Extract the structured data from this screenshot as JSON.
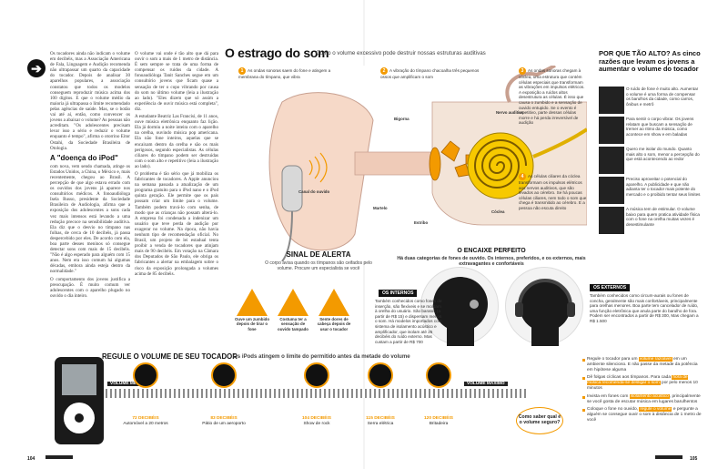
{
  "left_column_1": {
    "paragraphs": [
      "Os tocadores ainda não indicam o volume em decibéis, mas a Associação Americana de Fala, Linguagem e Audição recomenda não ultrapassar um quarto da capacidade do tocador. Depois de analisar 30 aparelhos populares, a associação constatou que todos os modelos conseguem reproduzir música acima dos 100 dígitos. E que o volume médio da maioria já ultrapassa o limite recomendado pelas agências de saúde. Mas, se o botão vai até aí, então, como convencer os jovens a abaixar o volume? As pessoas não acreditam. \"Os adolescentes precisam levar isso a sério e reduzir o volume enquanto é tempo\", afirma o otorrino Eitor Ostahi, da Sociedade Brasileira de Otologia."
    ],
    "subheading": "A \"doença do iPod\"",
    "paragraphs_2": [
      "com nova, vem sendo chamada, atinge os Estados Unidos, a China, o México e, mais recentemente, chegou ao Brasil. A percepção de que algo estava errado com os ouvidos dos jovens já aparece nos consultórios médicos. A fonoaudióloga Isela Russo, presidente da Sociedade Brasileira de Audiologia, afirma que a exposição dos adolescentes a sons cada vez mais intensos está levando a uma redução precoce na sensibilidade auditiva. Ela diz que o desvio no tímpano nas folhas, de cerca de 10 decibéis, já passa despercebido por eles. De acordo com ela, boa parte desses meninos só consegue detectar sons com mais de 15 decibéis. \"Não é algo esperado para alguém com 15 anos. Nem era isso comum há algumas décadas, embora ainda esteja dentro da normalidade.\"",
      "O comportamento dos jovens justifica a preocupação. É muito comum ver adolescentes com o aparelho plugado no ouvido o dia inteiro."
    ]
  },
  "left_column_2": {
    "paragraphs": [
      "O volume vai onde é tão alto que dá para ouvir o som a mais de 1 metro de distância. É sem sempre se trata de uma forma de compensar os ruídos da cidade. A fonoaudióloga Tanit Sanches segue em um consultório jovens que ficam quase a sensação de ter o copo vibrando por causa do som no último volume (leia a ilustração ao lado). \"Eles dizem que só assim a experiência de ouvir música está completa\", diz.",
      "A estudante Beatriz Las Francisi, de 11 anos, ouve música eletrônica enquanto faz lição. Ela já dormiu a noite inteira com o aparelho na orelha, ouvindo música pop americana. Ela não fone inteiros, aquelas que se encaixam dentro da orelha e são os mais perigosos, segundo especialistas. As células ciliares do tímpano podem ser destruídas com o som alto e repetitivo (leia a ilustração ao lado).",
      "O problema é tão sério que já mobiliza os fabricantes de tocadores. A Apple anunciou na semana passada a atualização de um programa gratuito para o iPod nano e o iPod quinta geração. Ele permite que os pais possam criar um limite para o volume. Também podem travá-lo com senha, de modo que as crianças não possam alterá-lo. A empresa foi condenada a indenizar um usuário que teve perda de audição por exagerar no volume. Na época, não havia nenhum tipo de recomendação oficial. No Brasil, um projeto de lei estadual tenta proibir a venda de tocadores que atinjam mais de 90 decibéis. Em votação na Câmara dos Deputados de São Paulo, ele obriga os fabricantes a alertar na embalagem sobre o risco da exposição prolongada a volumes acima de 85 decibéis."
    ]
  },
  "infographic": {
    "headline": "O estrago do som",
    "subhead": "Como o volume excessivo pode destruir nossas estruturas auditivas",
    "steps": [
      {
        "num": "1",
        "text": "As ondas sonoras saem do fone e atingem a membrana do tímpano, que vibra"
      },
      {
        "num": "2",
        "text": "A vibração do tímpano chacoalha três pequenos ossos que amplificam o som"
      },
      {
        "num": "3",
        "text": "As ondas sonoras chegam à cóclea, uma estrutura que contém células especiais que transformam as vibrações em impulsos elétricos. A exposição a ruídos altos desestrutura as células. É isso que causa o zumbido e a sensação de ouvido entupido. Se o evento é repetitivo, parte dessas células morre e há perda irreversível de audição"
      },
      {
        "num": "4",
        "text": "As células ciliares da cóclea transformam os impulsos elétricos aos nervos auditivos, que são levados ao cérebro. Se há poucas células ciliares, nem todo o som que chega é transmitido ao cérebro. E a pessoa não escuta direito"
      }
    ],
    "labels": {
      "bigorna": "Bigorna",
      "canal": "Canal do ouvido",
      "nervo": "Nervo auditivo",
      "martelo": "Martelo",
      "estribo": "Estribo",
      "coclea": "Cóclea"
    }
  },
  "sidebar": {
    "title": "POR QUE TÃO ALTO? As cinco razões que levam os jovens a aumentar o volume do tocador",
    "items": [
      {
        "icon": "city-noise-icon",
        "text": "O ruído de fone é muito alto. Aumentar o volume é uma forma de compensar os barulhos da cidade, como carros, ônibus e metrô"
      },
      {
        "icon": "vibration-icon",
        "text": "Para sentir o corpo vibrar. Os jovens relatam que buscam a sensação de tremer ao ritmo da música, como acontece em show e em baladas"
      },
      {
        "icon": "isolation-icon",
        "text": "Quero me isolar do mundo. Quanto mais alto o som, menor a percepção do que está acontecendo ao redor"
      },
      {
        "icon": "headphones-icon",
        "text": "Preciso aproveitar o potencial do aparelho. A publicidade e que não adianta ter o tocador mais potente do mercado e o proibido tentar seus limites"
      },
      {
        "icon": "adaptation-icon",
        "text": "A música tem de estimular. O volume baixo para quem pratica atividade física com o fone na orelha muitas vezes é desestimulante"
      }
    ]
  },
  "alert": {
    "title": "SINAL DE ALERTA",
    "desc": "O corpo avisa quando os tímpanos são ceifados pelo volume. Procure um especialista se você",
    "signs": [
      "Ouve um zumbido depois de tirar o fone",
      "Costuma ter a sensação de ouvido tampado",
      "Sente dores de cabeça depois de usar o tocador"
    ]
  },
  "encaixe": {
    "title": "O ENCAIXE PERFEITO",
    "subtitle": "Há duas categorias de fones de ouvido. Os internos, preferidos, e os externos, mais extravagantes e confortáveis",
    "internos_tag": "OS INTERNOS",
    "internos_text": "Também conhecidos como fones de inserção, são flexíveis e se moldam à orelha do usuário. São baratos (a partir de R$ 15) e dispersam menos o som. Há modelos importados com sistema de isolamento acústico e amplificador, que isolam até 25 decibéis do ruído externo. Mas custam a partir de R$ 700",
    "externos_tag": "OS EXTERNOS",
    "externos_text": "Também conhecidos como circum-aurais ou fones de concha, geralmente são mais confortáveis, principalmente para orelhas menores. Boa parte tem cancelador de ruído, uma função eletrônica que anula parte do barulho de fora. Podem ser encontrados a partir de R$ 300, Mas chegam a R$ 1.500"
  },
  "volume_band": {
    "title": "REGULE O VOLUME DE SEU TOCADOR",
    "subtitle": "Os iPods atingem o limite do permitido antes da metade do volume",
    "vol_min": "VOLUME MÍNIMO",
    "vol_max": "VOLUME MÁXIMO",
    "levels": [
      {
        "db": "72 DECIBÉIS",
        "label": "Automóvel a 20 metros",
        "icon": "car-icon"
      },
      {
        "db": "83 DECIBÉIS",
        "label": "Pátio de um aeroporto",
        "icon": "airplane-icon"
      },
      {
        "db": "104 DECIBÉIS",
        "label": "Show de rock",
        "icon": "guitar-icon"
      },
      {
        "db": "115 DECIBÉIS",
        "label": "Serra elétrica",
        "icon": "chainsaw-icon"
      },
      {
        "db": "120 DECIBÉIS",
        "label": "Britadeira",
        "icon": "jackhammer-icon"
      }
    ],
    "como_saber": "Como saber qual é o volume seguro?",
    "tips": [
      {
        "pre": "Regule o tocador para um ",
        "hl": "volume razoável",
        "post": " em um ambiente silencioso. E não passe da metade da potência em hipótese alguma"
      },
      {
        "pre": "Dê folgas cíclicas aos tímpanos. Para cada ",
        "hl": "hora de música recomenda-se desligar o som",
        "post": " por pelo menos 10 minutos"
      },
      {
        "pre": "Invista em fones com ",
        "hl": "isolamento acústico",
        "post": ", principalmente se você gosta de escutar música em lugares barulhentos"
      },
      {
        "pre": "Coloque o fone no ouvido, ",
        "hl": "regule o volume",
        "post": " e pergunte a alguém se consegue ouvir o som à distância de 1 metro de você"
      }
    ]
  },
  "page_left": "104",
  "page_right": "105",
  "colors": {
    "accent": "#f39a00",
    "dark": "#111111"
  }
}
